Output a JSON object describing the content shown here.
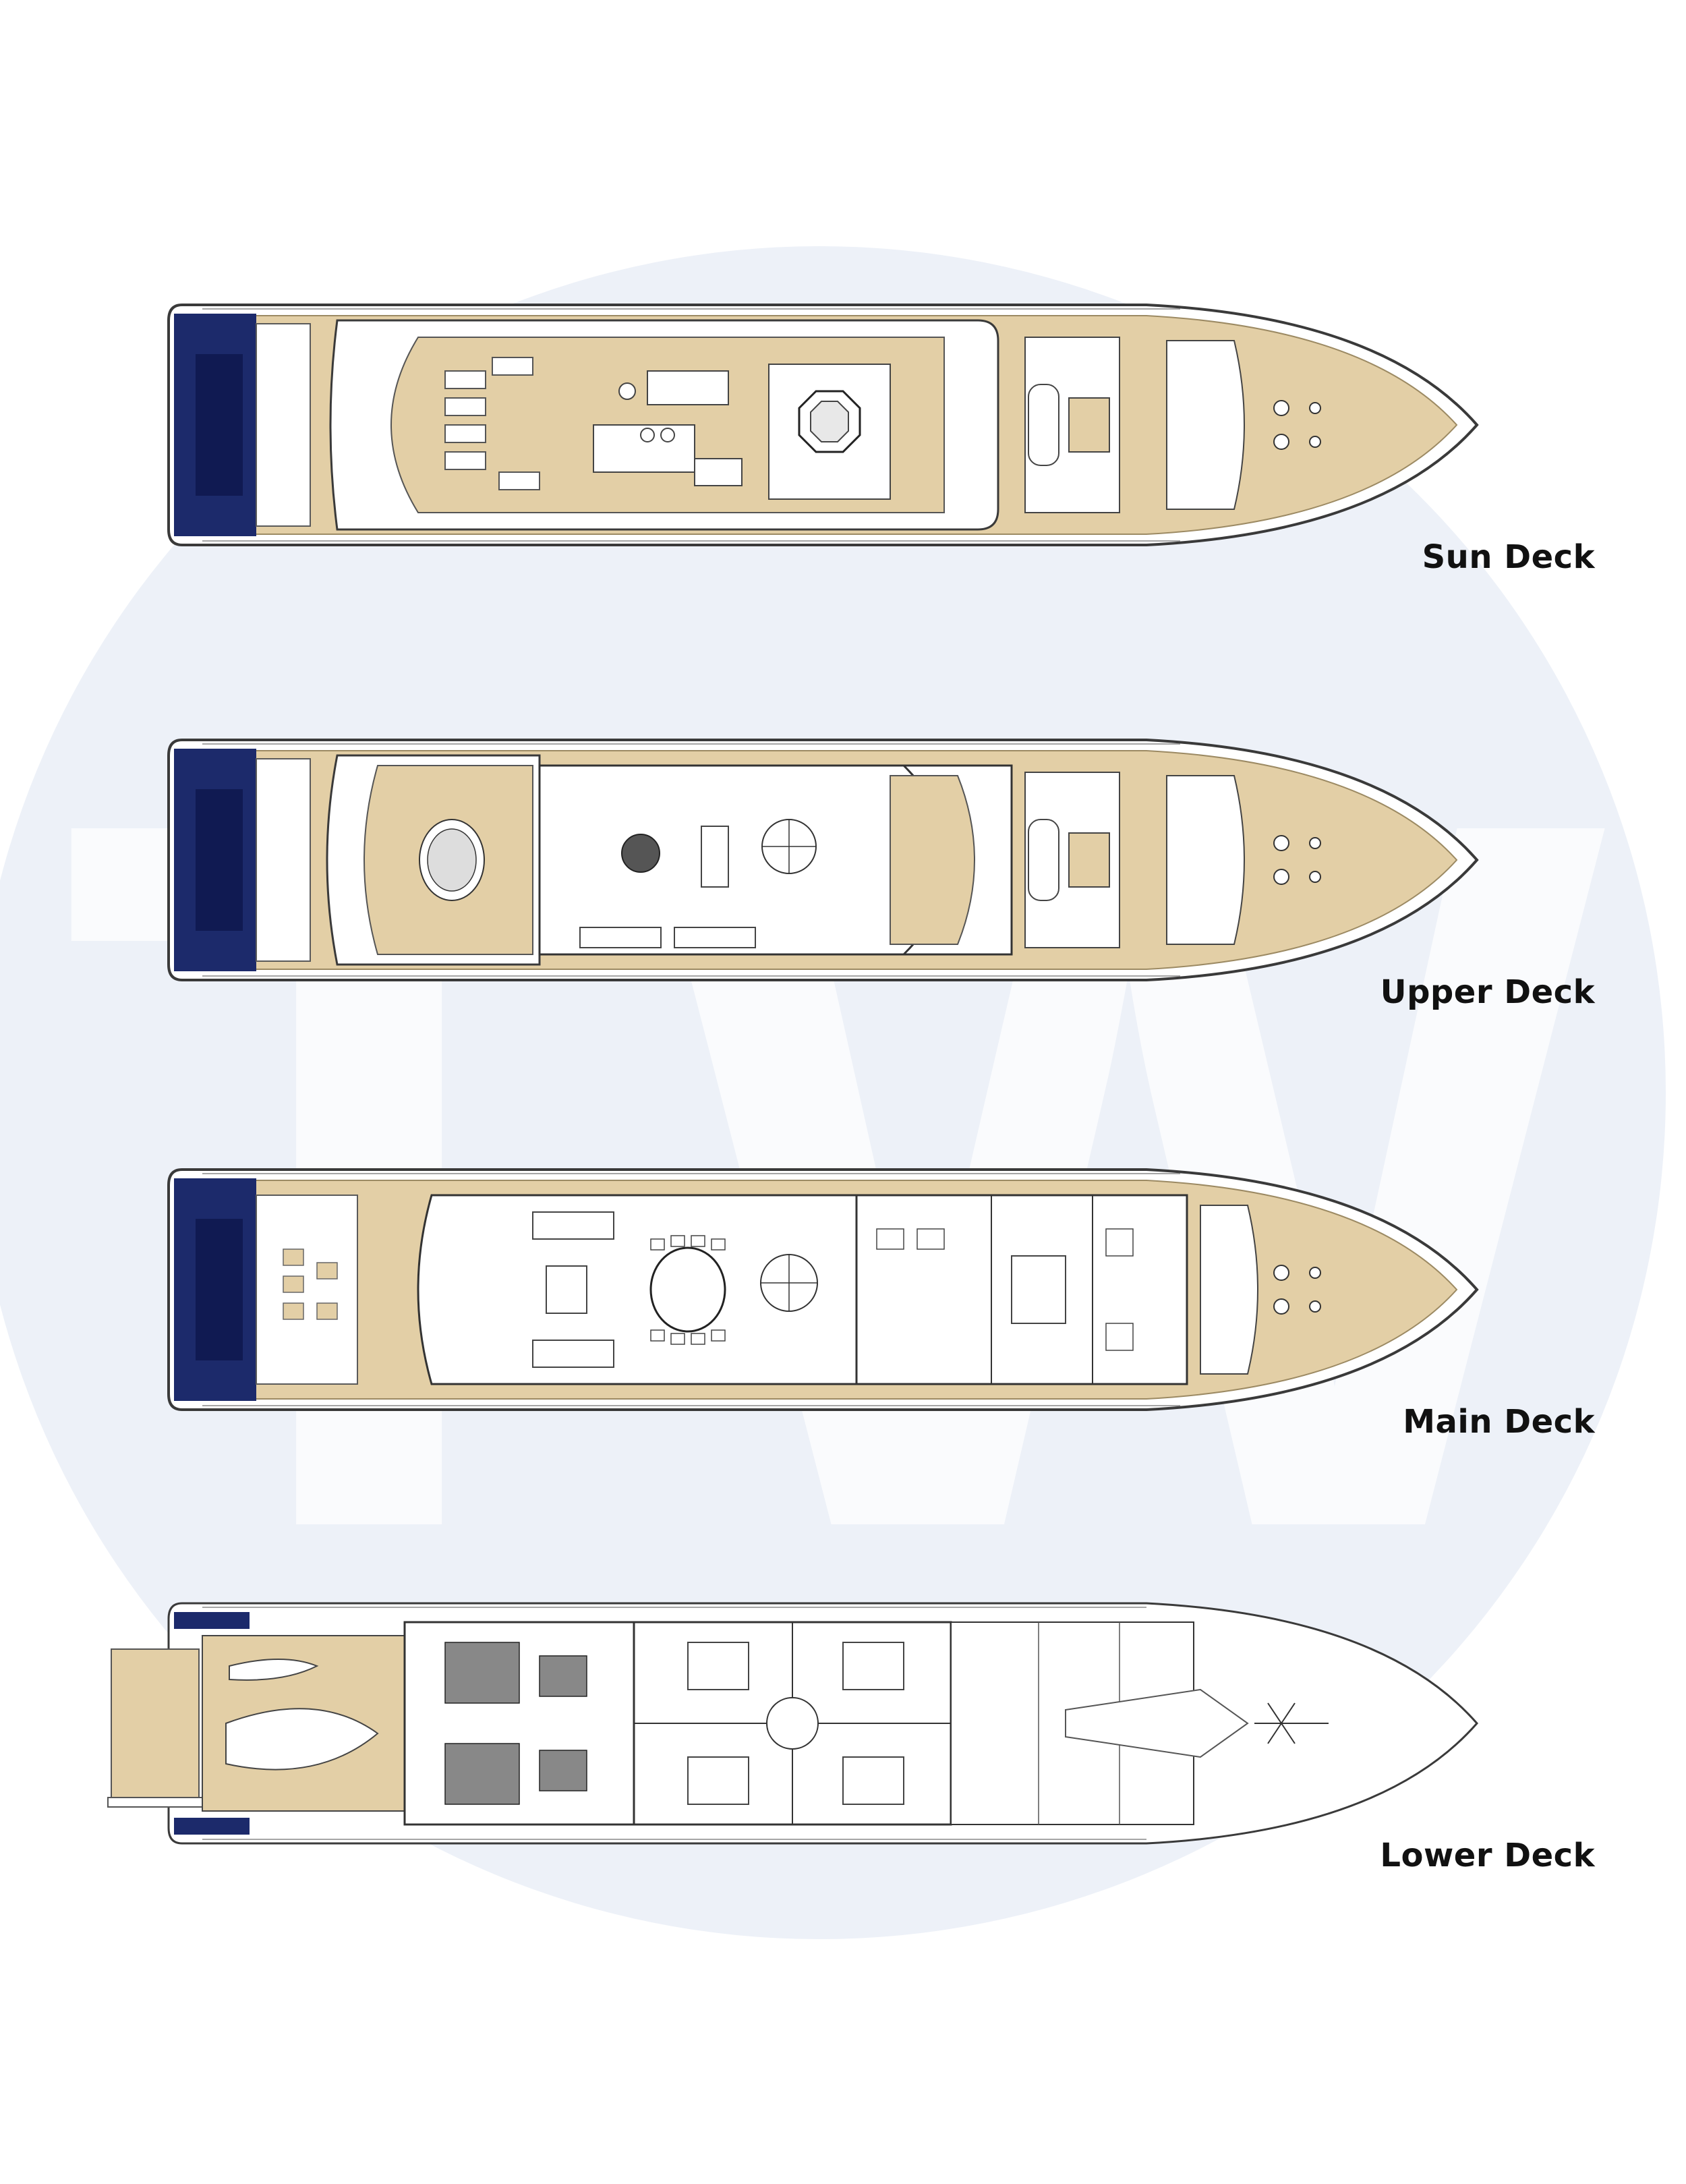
{
  "watermark": {
    "letters": "TW",
    "circle_color": "#edf1f8",
    "letter_color": "#ffffff"
  },
  "colors": {
    "teak": "#e3cfa6",
    "teak_line": "#c9b27f",
    "hull_blue": "#1c2a6b",
    "line": "#3a3a3a",
    "light_line": "#8a8a8a"
  },
  "decks": [
    {
      "id": "sun",
      "label": "Sun Deck"
    },
    {
      "id": "upper",
      "label": "Upper Deck"
    },
    {
      "id": "main",
      "label": "Main Deck"
    },
    {
      "id": "lower",
      "label": "Lower Deck"
    }
  ]
}
